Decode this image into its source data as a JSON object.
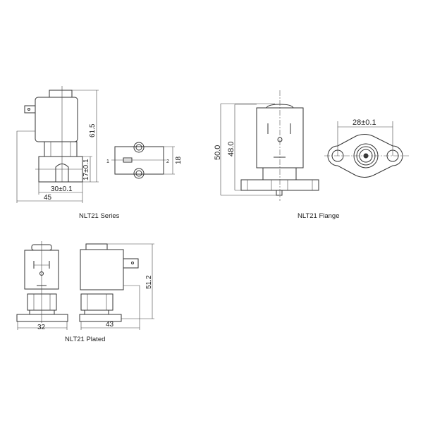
{
  "series": {
    "caption": "NLT21 Series",
    "dims": {
      "height": "61.5",
      "body_height": "17±0.1",
      "body_width": "30±0.1",
      "overall_width": "45",
      "top_width": "18",
      "port1": "1",
      "port2": "2"
    }
  },
  "flange": {
    "caption": "NLT21 Flange",
    "dims": {
      "overall_height": "50.0",
      "height": "48.0",
      "hole_spacing": "28±0.1"
    }
  },
  "plated": {
    "caption": "NLT21 Plated",
    "dims": {
      "front_width": "32",
      "side_width": "43",
      "height": "51.2"
    }
  }
}
